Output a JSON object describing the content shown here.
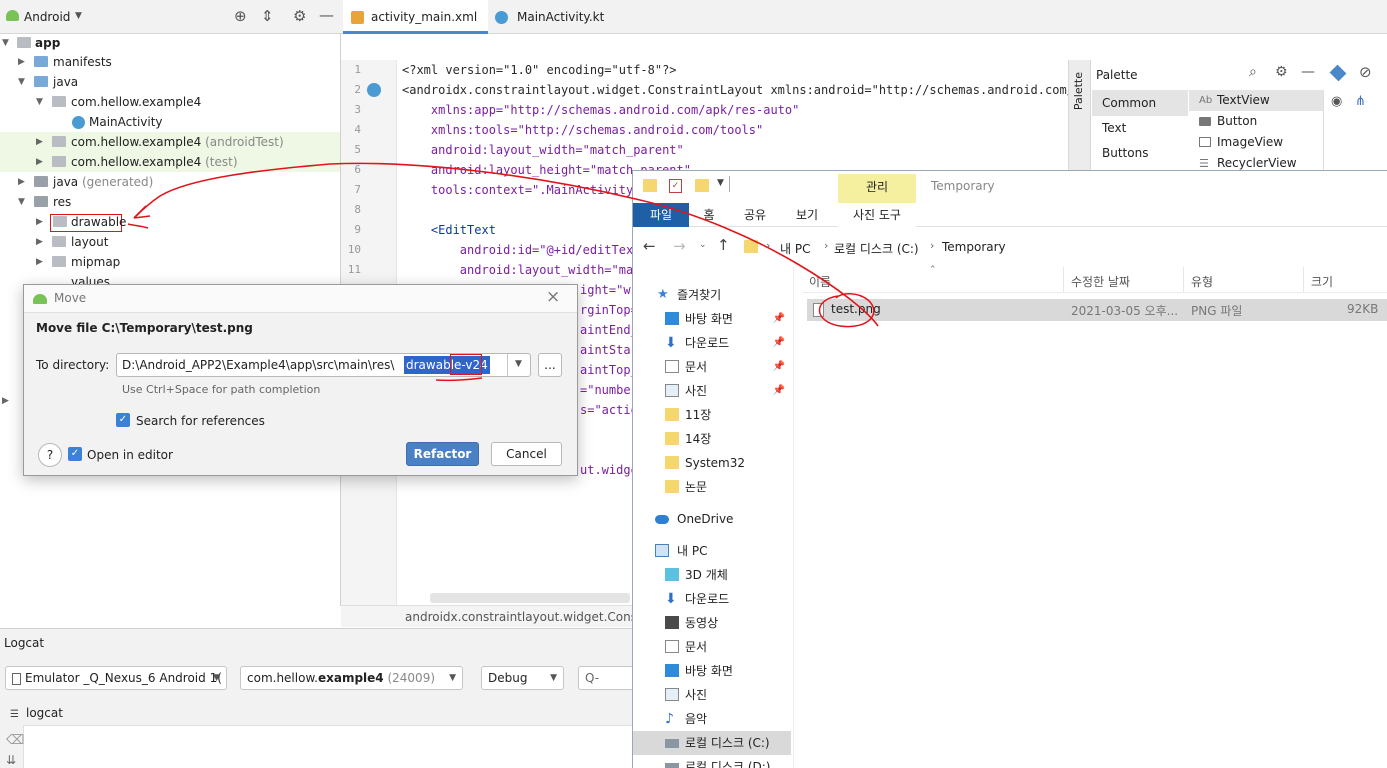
{
  "project": {
    "view_label": "Android",
    "tree": [
      {
        "label": "app",
        "extra": ""
      },
      {
        "label": "manifests",
        "extra": ""
      },
      {
        "label": "java",
        "extra": ""
      },
      {
        "label": "com.hellow.example4",
        "extra": ""
      },
      {
        "label": "MainActivity",
        "extra": ""
      },
      {
        "label": "com.hellow.example4",
        "extra": "(androidTest)"
      },
      {
        "label": "com.hellow.example4",
        "extra": "(test)"
      },
      {
        "label": "java",
        "extra": "(generated)"
      },
      {
        "label": "res",
        "extra": ""
      },
      {
        "label": "drawable",
        "extra": ""
      },
      {
        "label": "layout",
        "extra": ""
      },
      {
        "label": "mipmap",
        "extra": ""
      },
      {
        "label": "values",
        "extra": ""
      }
    ]
  },
  "editor": {
    "tabs": [
      "activity_main.xml",
      "MainActivity.kt"
    ],
    "line_numbers": [
      "1",
      "2",
      "3",
      "4",
      "5",
      "6",
      "7",
      "8",
      "9",
      "10",
      "11"
    ],
    "lines": [
      "<?xml version=\"1.0\" encoding=\"utf-8\"?>",
      "<androidx.constraintlayout.widget.ConstraintLayout xmlns:android=\"http://schemas.android.com/ap",
      "    xmlns:app=\"http://schemas.android.com/apk/res-auto\"",
      "    xmlns:tools=\"http://schemas.android.com/tools\"",
      "    android:layout_width=\"match_parent\"",
      "    android:layout_height=\"match_parent\"",
      "    tools:context=\".MainActivity\"",
      "",
      "    <EditText",
      "        android:id=\"@+id/editText",
      "        android:layout_width=\"mat"
    ],
    "partial_lines": [
      "ight=\"wr",
      "rginTop=",
      "aintEnd_",
      "aintStar",
      "aintTop_",
      "=\"number",
      "s=\"actio",
      "ut.widge"
    ],
    "breadcrumb": "androidx.constraintlayout.widget.Constrain"
  },
  "palette": {
    "tab_label": "Palette",
    "title": "Palette",
    "categories": [
      "Common",
      "Text",
      "Buttons"
    ],
    "items": [
      "TextView",
      "Button",
      "ImageView",
      "RecyclerView"
    ],
    "item_prefix": "Ab"
  },
  "logcat": {
    "title": "Logcat",
    "device": "Emulator _Q_Nexus_6 Android 1(",
    "process_prefix": "com.hellow.",
    "process_bold": "example4",
    "process_pid": "(24009)",
    "level": "Debug",
    "search_placeholder": "Q-",
    "tab_label": "logcat"
  },
  "dialog": {
    "title": "Move",
    "heading": "Move file C:\\Temporary\\test.png",
    "to_dir_label": "To directory:",
    "dir_prefix": "D:\\Android_APP2\\Example4\\app\\src\\main\\res\\",
    "dir_selected": "drawable-v24",
    "hint": "Use Ctrl+Space for path completion",
    "search_refs": "Search for references",
    "open_in_editor": "Open in editor",
    "help": "?",
    "browse": "...",
    "refactor": "Refactor",
    "cancel": "Cancel"
  },
  "explorer": {
    "contextual_tab": "관리",
    "window_title": "Temporary",
    "ribbon": [
      "파일",
      "홈",
      "공유",
      "보기",
      "사진 도구"
    ],
    "path": [
      "내 PC",
      "로컬 디스크 (C:)",
      "Temporary"
    ],
    "columns": [
      "이름",
      "수정한 날짜",
      "유형",
      "크기"
    ],
    "nav": [
      {
        "label": "즐겨찾기",
        "pinned": false
      },
      {
        "label": "바탕 화면",
        "pinned": true
      },
      {
        "label": "다운로드",
        "pinned": true
      },
      {
        "label": "문서",
        "pinned": true
      },
      {
        "label": "사진",
        "pinned": true
      },
      {
        "label": "11장",
        "pinned": false
      },
      {
        "label": "14장",
        "pinned": false
      },
      {
        "label": "System32",
        "pinned": false
      },
      {
        "label": "논문",
        "pinned": false
      },
      {
        "label": "OneDrive",
        "pinned": false
      },
      {
        "label": "내 PC",
        "pinned": false
      },
      {
        "label": "3D 개체",
        "pinned": false
      },
      {
        "label": "다운로드",
        "pinned": false
      },
      {
        "label": "동영상",
        "pinned": false
      },
      {
        "label": "문서",
        "pinned": false
      },
      {
        "label": "바탕 화면",
        "pinned": false
      },
      {
        "label": "사진",
        "pinned": false
      },
      {
        "label": "음악",
        "pinned": false
      },
      {
        "label": "로컬 디스크 (C:)",
        "pinned": false
      },
      {
        "label": "로컬 디스크 (D:)",
        "pinned": false
      }
    ],
    "file": {
      "name": "test.png",
      "modified": "2021-03-05 오후...",
      "type": "PNG 파일",
      "size": "92KB"
    }
  },
  "colors": {
    "accent": "#4a88c7",
    "selection": "#2f65ca",
    "annotation": "#e0151b",
    "android": "#78c257"
  }
}
